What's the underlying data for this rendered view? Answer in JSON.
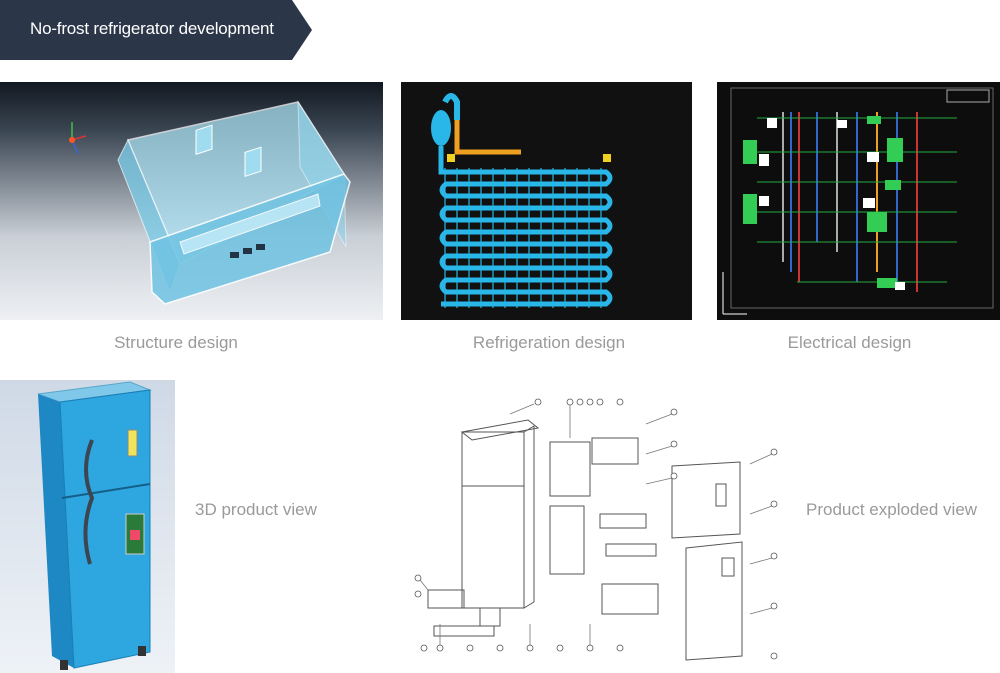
{
  "banner": {
    "title": "No-frost refrigerator development"
  },
  "panels": {
    "structure": {
      "caption": "Structure design"
    },
    "refrigeration": {
      "caption": "Refrigeration design"
    },
    "electrical": {
      "caption": "Electrical design"
    },
    "product_3d": {
      "caption": "3D product view"
    },
    "exploded": {
      "caption": "Product exploded view"
    }
  },
  "colors": {
    "banner": "#2b3648",
    "tube": "#29b6e8",
    "dark_panel": "#111111",
    "fridge_body": "#2ea6e0"
  }
}
